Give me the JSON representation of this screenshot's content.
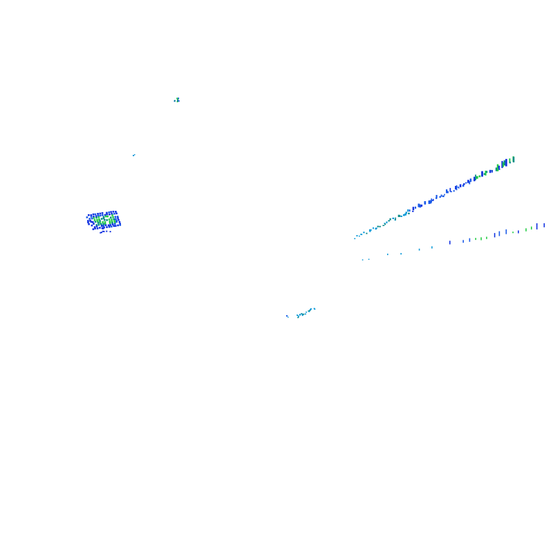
{
  "canvas": {
    "background": "#ffffff"
  },
  "palette": {
    "deep_blue": "#1030e0",
    "blue": "#1a5ae8",
    "cyan": "#0a9ad8",
    "teal": "#0a8a88",
    "green": "#22cc44"
  },
  "clusters": [
    {
      "name": "cluster-top-green",
      "kind": "small-blob"
    },
    {
      "name": "cluster-small-cyan",
      "kind": "tick"
    },
    {
      "name": "cluster-left-dense",
      "kind": "dense-patch"
    },
    {
      "name": "cluster-upper-diagonal-band",
      "kind": "scan-line"
    },
    {
      "name": "cluster-lower-diagonal-band",
      "kind": "scan-line"
    },
    {
      "name": "cluster-center-cyan",
      "kind": "small-blob"
    }
  ]
}
